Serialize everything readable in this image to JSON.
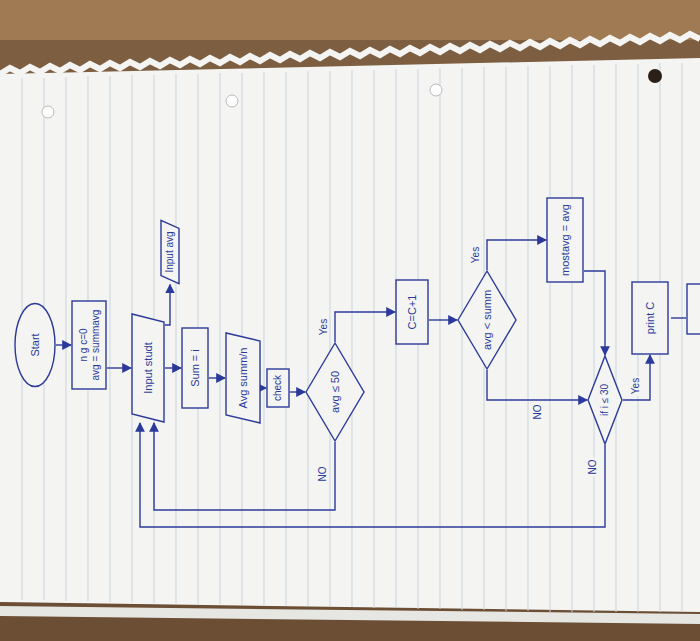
{
  "diagram": {
    "nodes": [
      {
        "text": [
          "Start"
        ]
      },
      {
        "text": [
          "n g c=0",
          "avg = summavg"
        ]
      },
      {
        "text": [
          "Input studt"
        ]
      },
      {
        "text": [
          "Input avg"
        ]
      },
      {
        "text": [
          "Sum = i"
        ]
      },
      {
        "text": [
          "Avg summ/n"
        ]
      },
      {
        "text": [
          "check"
        ]
      },
      {
        "text": [
          "avg ≤ 50"
        ]
      },
      {
        "text": [
          "C=C+1"
        ]
      },
      {
        "text": [
          "avg < summ"
        ]
      },
      {
        "text": [
          "mostavg = avg"
        ]
      },
      {
        "text": [
          "if i ≤ 30"
        ]
      },
      {
        "text": [
          "print C"
        ]
      }
    ],
    "edges": [
      {
        "from": 0,
        "to": 1,
        "arrow": "to"
      },
      {
        "from": 1,
        "to": 2,
        "arrow": "to"
      },
      {
        "from": 2,
        "to": 3,
        "arrow": "to"
      },
      {
        "from": 2,
        "to": 4,
        "arrow": "to"
      },
      {
        "from": 4,
        "to": 5,
        "arrow": "to"
      },
      {
        "from": 5,
        "to": 6,
        "arrow": "to"
      },
      {
        "from": 6,
        "to": 7,
        "arrow": "to"
      },
      {
        "from": 7,
        "to": 8,
        "label": "Yes",
        "arrow": "to"
      },
      {
        "from": 7,
        "to": 2,
        "label": "NO",
        "arrow": "to"
      },
      {
        "from": 8,
        "to": 9,
        "arrow": "to"
      },
      {
        "from": 9,
        "to": 10,
        "label": "Yes",
        "arrow": "to"
      },
      {
        "from": 9,
        "to": 11,
        "label": "NO",
        "arrow": "to"
      },
      {
        "from": 10,
        "to": 11,
        "arrow": "to"
      },
      {
        "from": 11,
        "to": 12,
        "label": "Yes",
        "arrow": "to"
      },
      {
        "from": 11,
        "to": 2,
        "label": "NO",
        "arrow": "to"
      }
    ]
  }
}
